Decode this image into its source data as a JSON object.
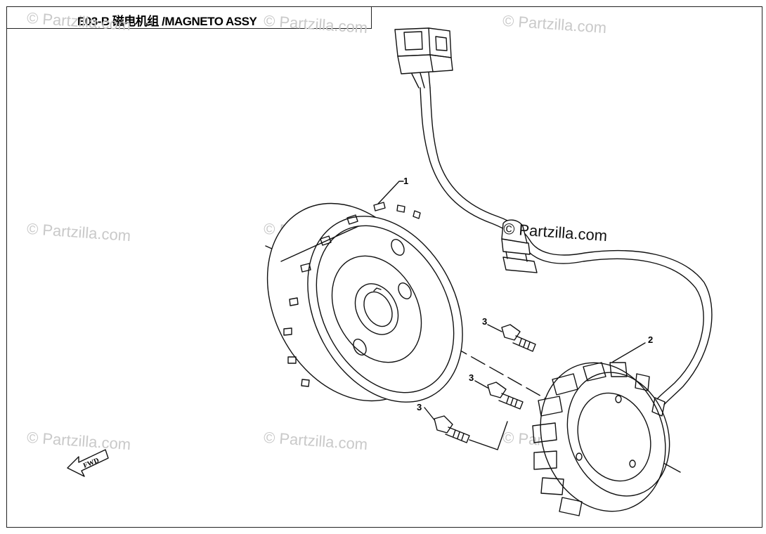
{
  "title": "E03-B 磁电机组 /MAGNETO ASSY",
  "watermark": "© Partzilla.com",
  "callouts": {
    "flywheel": "1",
    "stator": "2",
    "bolt_a": "3",
    "bolt_b": "3",
    "bolt_c": "3"
  },
  "fwd_label": "FWD",
  "colors": {
    "line": "#111111",
    "watermark": "#c9c9c9"
  }
}
